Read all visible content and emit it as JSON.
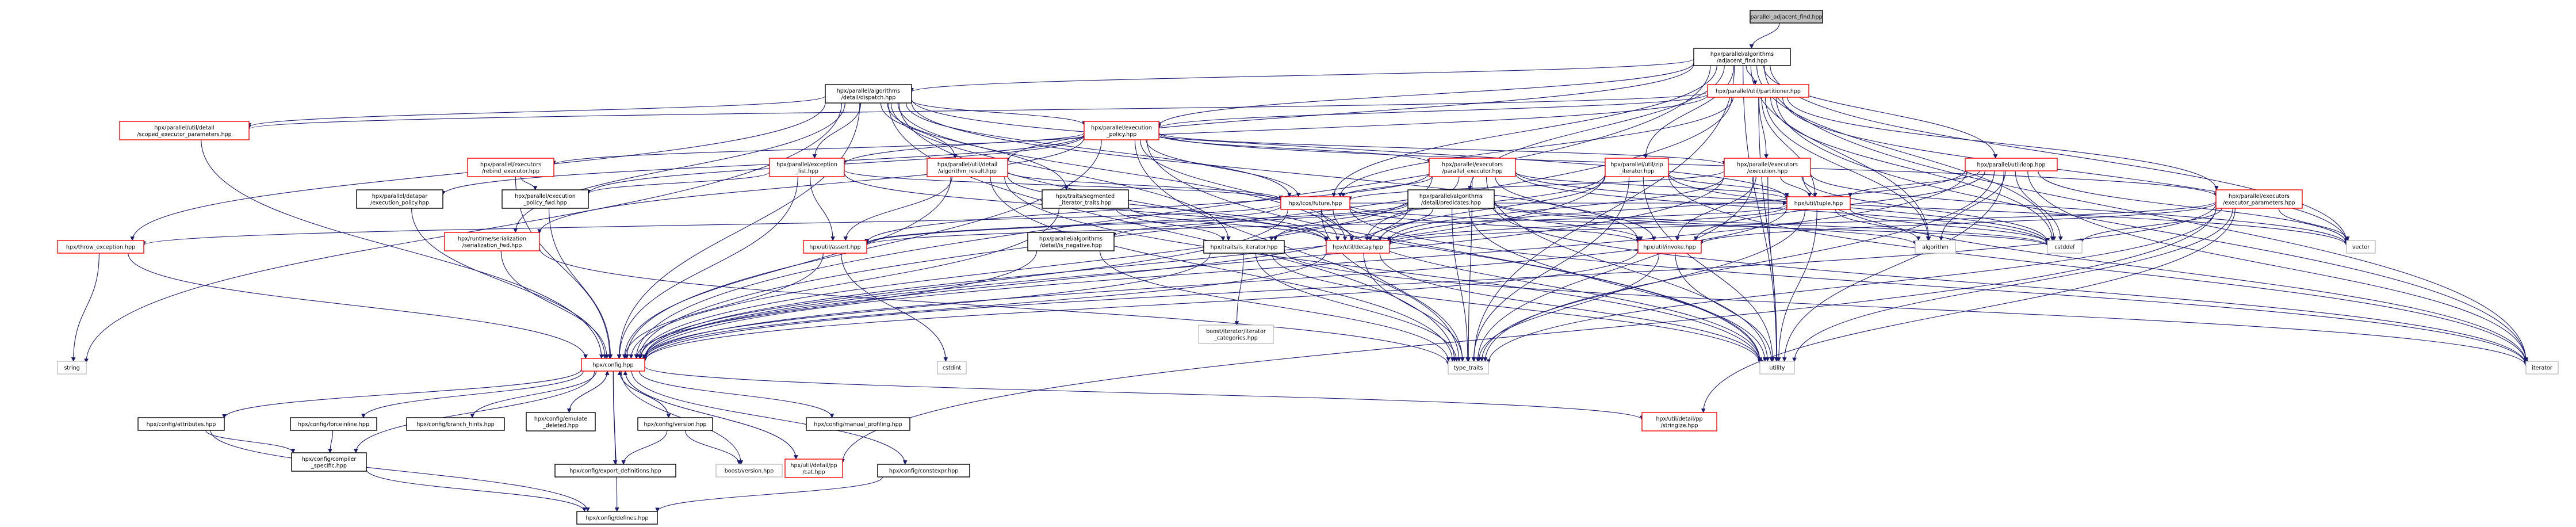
{
  "nodes": {
    "root": [
      "parallel_adjacent_find.hpp"
    ],
    "adjacent": [
      "hpx/parallel/algorithms",
      "/adjacent_find.hpp"
    ],
    "dispatch": [
      "hpx/parallel/algorithms",
      "/detail/dispatch.hpp"
    ],
    "partitioner": [
      "hpx/parallel/util/partitioner.hpp"
    ],
    "scoped": [
      "hpx/parallel/util/detail",
      "/scoped_executor_parameters.hpp"
    ],
    "execpolicy": [
      "hpx/parallel/execution",
      "_policy.hpp"
    ],
    "rebind": [
      "hpx/parallel/executors",
      "/rebind_executor.hpp"
    ],
    "exlist": [
      "hpx/parallel/exception",
      "_list.hpp"
    ],
    "algres": [
      "hpx/parallel/util/detail",
      "/algorithm_result.hpp"
    ],
    "parexec": [
      "hpx/parallel/executors",
      "/parallel_executor.hpp"
    ],
    "zipiter": [
      "hpx/parallel/util/zip",
      "_iterator.hpp"
    ],
    "exectraits": [
      "hpx/parallel/executors",
      "/execution.hpp"
    ],
    "loop": [
      "hpx/parallel/util/loop.hpp"
    ],
    "datapar": [
      "hpx/parallel/datapar",
      "/execution_policy.hpp"
    ],
    "policyfwd": [
      "hpx/parallel/execution",
      "_policy_fwd.hpp"
    ],
    "segmented": [
      "hpx/traits/segmented",
      "_iterator_traits.hpp"
    ],
    "lcosfuture": [
      "hpx/lcos/future.hpp"
    ],
    "predicates": [
      "hpx/parallel/algorithms",
      "/detail/predicates.hpp"
    ],
    "tuple": [
      "hpx/util/tuple.hpp"
    ],
    "execparams": [
      "hpx/parallel/executors",
      "/executor_parameters.hpp"
    ],
    "throwexc": [
      "hpx/throw_exception.hpp"
    ],
    "serialization": [
      "hpx/runtime/serialization",
      "/serialization_fwd.hpp"
    ],
    "isnegate": [
      "hpx/parallel/algorithms",
      "/detail/is_negative.hpp"
    ],
    "assert": [
      "hpx/util/assert.hpp"
    ],
    "isiterator": [
      "hpx/traits/is_iterator.hpp"
    ],
    "decay": [
      "hpx/util/decay.hpp"
    ],
    "invoke": [
      "hpx/util/invoke.hpp"
    ],
    "algorithm": [
      "algorithm"
    ],
    "cstddef": [
      "cstddef"
    ],
    "vector": [
      "vector"
    ],
    "iterator": [
      "iterator"
    ],
    "string": [
      "string"
    ],
    "config": [
      "hpx/config.hpp"
    ],
    "cstdint": [
      "cstdint"
    ],
    "iteratorcat": [
      "boost/iterator/iterator",
      "_categories.hpp"
    ],
    "typetraits": [
      "type_traits"
    ],
    "utility": [
      "utility"
    ],
    "attributes": [
      "hpx/config/attributes.hpp"
    ],
    "forceinline": [
      "hpx/config/forceinline.hpp"
    ],
    "branchhints": [
      "hpx/config/branch_hints.hpp"
    ],
    "emulatedeleted": [
      "hpx/config/emulate",
      "_deleted.hpp"
    ],
    "version": [
      "hpx/config/version.hpp"
    ],
    "manualprofiling": [
      "hpx/config/manual_profiling.hpp"
    ],
    "stringize": [
      "hpx/util/detail/pp",
      "/stringize.hpp"
    ],
    "compilerspecific": [
      "hpx/config/compiler",
      "_specific.hpp"
    ],
    "exportdefs": [
      "hpx/config/export_definitions.hpp"
    ],
    "boostversion": [
      "boost/version.hpp"
    ],
    "cat": [
      "hpx/util/detail/pp",
      "/cat.hpp"
    ],
    "constexpr": [
      "hpx/config/constexpr.hpp"
    ],
    "defines": [
      "hpx/config/defines.hpp"
    ]
  },
  "colors": {
    "edge_blue": "#191970",
    "edge_gray": "#bfbfbf",
    "border_red": "#ff0000",
    "border_black": "#000000",
    "root_fill": "#bfbfbf"
  }
}
